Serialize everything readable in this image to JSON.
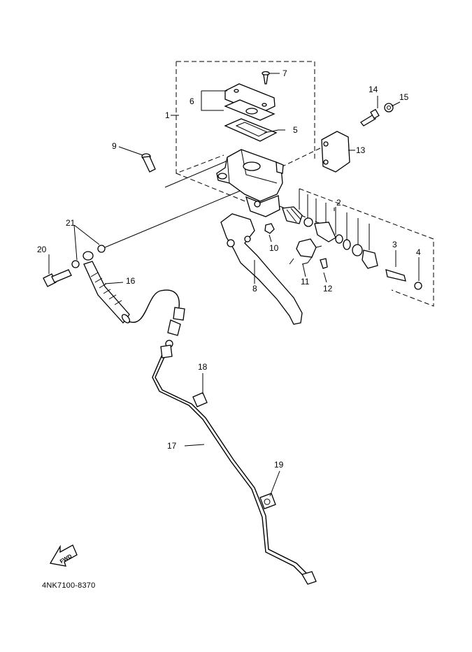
{
  "diagram": {
    "drawing_code": "4NK7100-8370",
    "fwd_label": "FWD",
    "callouts": [
      {
        "id": "c1",
        "label": "1"
      },
      {
        "id": "c2",
        "label": "2"
      },
      {
        "id": "c3",
        "label": "3"
      },
      {
        "id": "c4",
        "label": "4"
      },
      {
        "id": "c5",
        "label": "5"
      },
      {
        "id": "c6",
        "label": "6"
      },
      {
        "id": "c7",
        "label": "7"
      },
      {
        "id": "c8",
        "label": "8"
      },
      {
        "id": "c9",
        "label": "9"
      },
      {
        "id": "c10",
        "label": "10"
      },
      {
        "id": "c11",
        "label": "11"
      },
      {
        "id": "c12",
        "label": "12"
      },
      {
        "id": "c13",
        "label": "13"
      },
      {
        "id": "c14",
        "label": "14"
      },
      {
        "id": "c15",
        "label": "15"
      },
      {
        "id": "c16",
        "label": "16"
      },
      {
        "id": "c17",
        "label": "17"
      },
      {
        "id": "c18",
        "label": "18"
      },
      {
        "id": "c19",
        "label": "19"
      },
      {
        "id": "c20",
        "label": "20"
      },
      {
        "id": "c21",
        "label": "21"
      }
    ]
  }
}
